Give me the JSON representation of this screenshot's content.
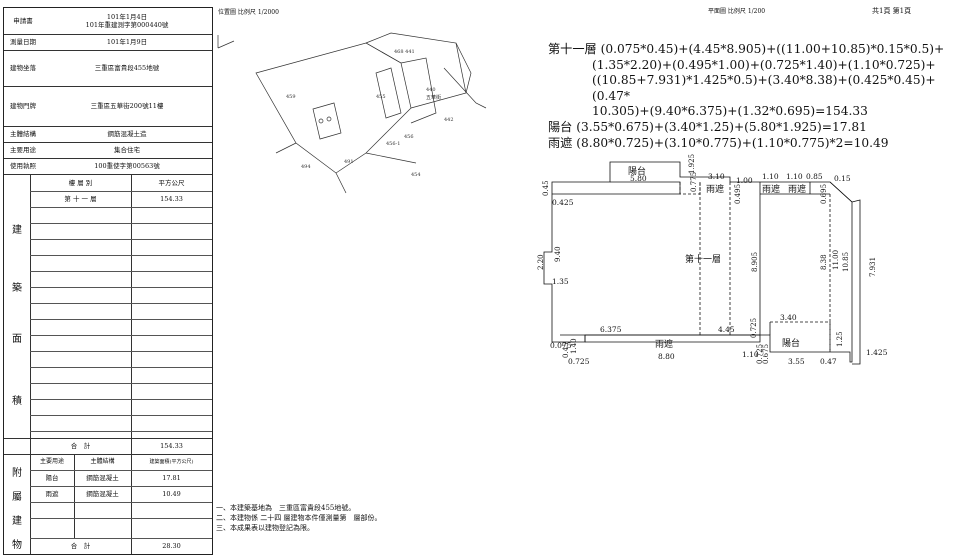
{
  "header": {
    "cover_right_label": "平面圖 比例尺 1/200",
    "page_info": "共1頁 第1頁"
  },
  "form": {
    "applicant_label": "申請書",
    "applicant_value_1": "101年1月4日",
    "applicant_value_2": "101年重建測字第000440號",
    "survey_date_label": "測量日期",
    "survey_date_value": "101年1月9日",
    "site_label": "建物坐落",
    "site_value": "三重區富貴段455地號",
    "door_label": "建物門牌",
    "door_value": "三重區五華街200號11樓",
    "structure_label": "主體結構",
    "structure_value": "鋼筋混凝土造",
    "usage_label": "主要用途",
    "usage_value": "集合住宅",
    "license_label": "使用執照",
    "license_value": "100重使字第00563號",
    "floor_col": "樓 層 別",
    "sqm_col": "平方公尺",
    "vertical_label_1": [
      "建",
      "築",
      "面",
      "積"
    ],
    "floor_rows": [
      {
        "floor": "第 十 一 層",
        "area": "154.33"
      }
    ],
    "total_label": "合　計",
    "total_value": "154.33",
    "vertical_label_2": [
      "附",
      "屬",
      "建",
      "物"
    ],
    "attach_headers": [
      "主要用途",
      "主體結構",
      "建築面積(平方公尺)"
    ],
    "attach_rows": [
      {
        "use": "陽台",
        "structure": "鋼筋混凝土",
        "area": "17.81"
      },
      {
        "use": "雨遮",
        "structure": "鋼筋混凝土",
        "area": "10.49"
      }
    ],
    "attach_total_label": "合　計",
    "attach_total_value": "28.30"
  },
  "location_map": {
    "label": "位置圖 比例尺 1/2000",
    "lot_numbers": [
      "459",
      "441",
      "440",
      "五華街",
      "442",
      "455",
      "456",
      "456-1",
      "491",
      "494",
      "454",
      "468"
    ]
  },
  "notes": [
    "一、本建築基地為　三重區富貴段455地號。",
    "二、本建物係 二十四 層建物本件僅測量第　層部份。",
    "三、本成果表以建物登記為限。"
  ],
  "formula": {
    "lines": [
      "第十一層 (0.075*0.45)+(4.45*8.905)+((11.00+10.85)*0.15*0.5)+",
      "(1.35*2.20)+(0.495*1.00)+(0.725*1.40)+(1.10*0.725)+",
      "((10.85+7.931)*1.425*0.5)+(3.40*8.38)+(0.425*0.45)+(0.47*",
      "10.305)+(9.40*6.375)+(1.32*0.695)=154.33",
      "陽台 (3.55*0.675)+(3.40*1.25)+(5.80*1.925)=17.81",
      "雨遮 (8.80*0.725)+(3.10*0.775)+(1.10*0.775)*2=10.49"
    ]
  },
  "plan": {
    "room_main": "第十一層",
    "balcony_top": "陽台",
    "balcony_bottom": "陽台",
    "canopy_top_1": "雨遮",
    "canopy_top_2": "雨遮",
    "canopy_top_3": "雨遮",
    "canopy_bottom": "雨遮",
    "dims": {
      "d580": "5.80",
      "d1925": "1.925",
      "d310": "3.10",
      "d100": "1.00",
      "d110a": "1.10",
      "d110b": "1.10",
      "d085": "0.85",
      "d015": "0.15",
      "d045": "0.45",
      "d0425": "0.425",
      "d0775": "0.775",
      "d0495": "0.495",
      "d0695": "0.695",
      "d220": "2.20",
      "d940": "9.40",
      "d135": "1.35",
      "d8905": "8.905",
      "d838": "8.38",
      "d1100": "11.00",
      "d1085": "10.85",
      "d7931": "7.931",
      "d6375": "6.375",
      "d445": "4.45",
      "d340": "3.40",
      "d0725a": "0.725",
      "d0075": "0.075",
      "d045b": "0.45",
      "d140": "1.40",
      "d0725b": "0.725",
      "d880": "8.80",
      "d110c": "1.10",
      "d0675": "0.675",
      "d125": "1.25",
      "d355": "3.55",
      "d047": "0.47",
      "d1425": "1.425",
      "d0725c": "0.725"
    }
  }
}
